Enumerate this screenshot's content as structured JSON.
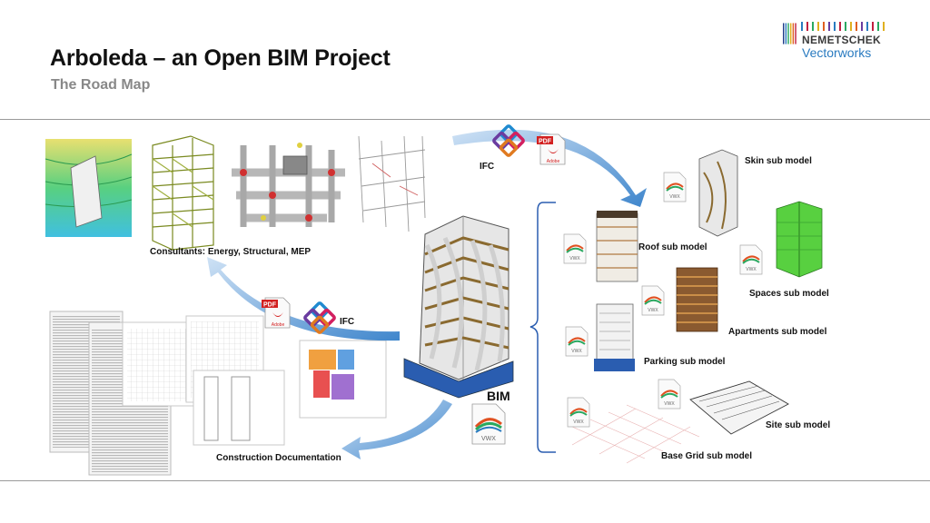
{
  "slide": {
    "title": "Arboleda – an Open BIM Project",
    "subtitle": "The Road Map"
  },
  "logo": {
    "line1": "NEMETSCHEK",
    "line2": "Vectorworks"
  },
  "labels": {
    "consultants": "Consultants: Energy, Structural, MEP",
    "construction": "Construction Documentation",
    "ifc_top": "IFC",
    "ifc_left": "IFC",
    "bim": "BIM",
    "skin": "Skin sub model",
    "roof": "Roof sub model",
    "spaces": "Spaces sub model",
    "apartments": "Apartments sub model",
    "parking": "Parking sub model",
    "site": "Site sub model",
    "base_grid": "Base Grid sub model"
  },
  "file_icons": {
    "vwx": "VWX",
    "pdf": "PDF",
    "adobe": "Adobe"
  },
  "colors": {
    "arrow": "#5b9bd5",
    "accent_blue": "#2a7bc0",
    "pdf_red": "#d22020"
  }
}
